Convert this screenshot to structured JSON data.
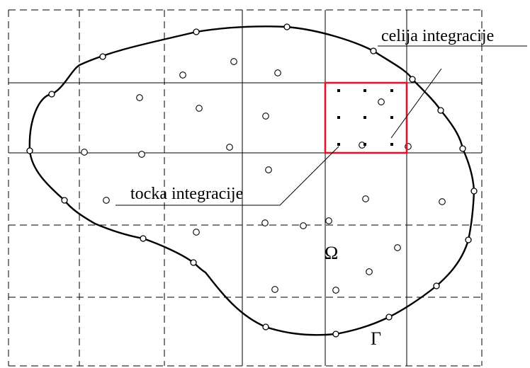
{
  "labels": {
    "cell_label": "celija integracije",
    "point_label": "tocka integracije",
    "domain_symbol": "Ω",
    "boundary_symbol": "Γ"
  },
  "colors": {
    "line": "#000000",
    "grid_dash": "#000000",
    "cell_highlight": "#e0142d",
    "background": "#ffffff"
  },
  "icons": {
    "boundary_node": "hollow-circle",
    "interior_node": "hollow-circle",
    "gauss_point": "filled-square-dot"
  }
}
